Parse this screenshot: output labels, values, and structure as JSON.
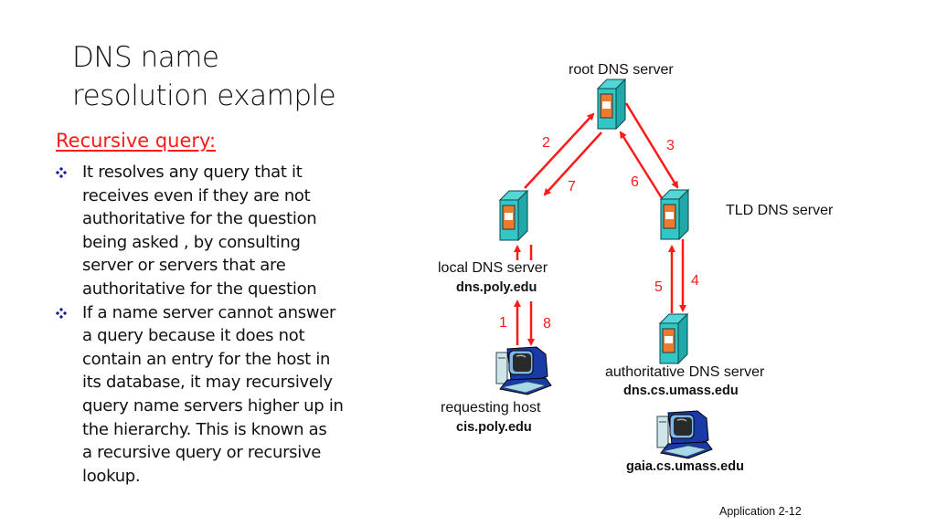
{
  "slide": {
    "title_lines": [
      "DNS name",
      "resolution example"
    ],
    "subheading": "Recursive query:",
    "bullets": [
      {
        "lines": [
          "It resolves any query that it",
          "receives even if they are not",
          "authoritative for the question",
          "being asked , by consulting",
          "server or servers that are",
          "authoritative for the question"
        ]
      },
      {
        "lines": [
          "If a name server cannot answer",
          "a query because it does not",
          "contain an entry for the host in",
          "its database, it may recursively",
          "query name servers higher up in",
          "the hierarchy. This is known as",
          "a recursive query or recursive",
          "lookup."
        ]
      }
    ],
    "footer": "Application  2-12"
  },
  "diagram": {
    "nodes": {
      "root": {
        "label": "root DNS server",
        "icon": "server-icon"
      },
      "tld": {
        "label": "TLD DNS server",
        "icon": "server-icon"
      },
      "local": {
        "label": "local DNS server",
        "hostname": "dns.poly.edu",
        "icon": "server-icon"
      },
      "authoritative": {
        "label": "authoritative DNS server",
        "hostname": "dns.cs.umass.edu",
        "icon": "server-icon"
      },
      "requesting_host": {
        "label": "requesting host",
        "hostname": "cis.poly.edu",
        "icon": "computer-icon"
      },
      "target_host": {
        "hostname": "gaia.cs.umass.edu",
        "icon": "computer-icon"
      }
    },
    "steps": [
      {
        "n": "1",
        "from": "requesting_host",
        "to": "local"
      },
      {
        "n": "2",
        "from": "local",
        "to": "root"
      },
      {
        "n": "3",
        "from": "root",
        "to": "tld"
      },
      {
        "n": "4",
        "from": "tld",
        "to": "authoritative"
      },
      {
        "n": "5",
        "from": "authoritative",
        "to": "tld"
      },
      {
        "n": "6",
        "from": "tld",
        "to": "root"
      },
      {
        "n": "7",
        "from": "root",
        "to": "local"
      },
      {
        "n": "8",
        "from": "local",
        "to": "requesting_host"
      }
    ],
    "colors": {
      "arrow": "#ff1a1a",
      "server_body": "#33c6c6",
      "server_panel": "#ee7a2e",
      "bullet": "#1a1aa0",
      "subheading": "#ff1a1a"
    }
  }
}
